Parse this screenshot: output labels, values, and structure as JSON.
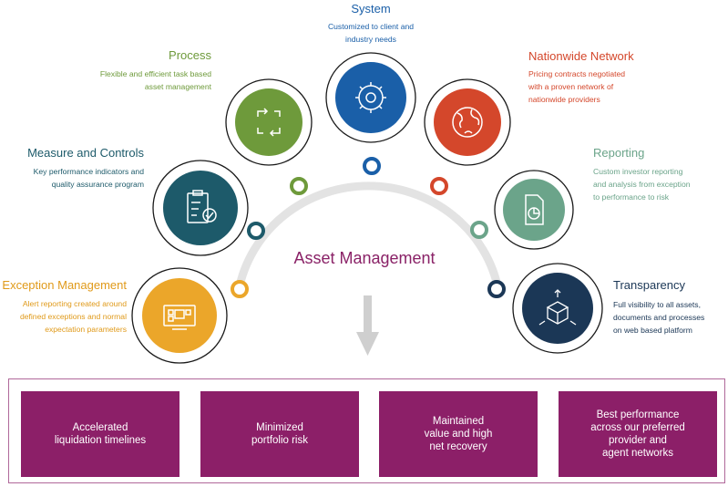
{
  "center_title": "Asset Management",
  "colors": {
    "system": "#1a5fa8",
    "network": "#d4472b",
    "process": "#6e9a3b",
    "reporting": "#6ba48a",
    "measure": "#1d5a6a",
    "transparency": "#1b3756",
    "exception": "#eba62a",
    "outcome": "#8c1f68",
    "arc": "#e3e3e3"
  },
  "nodes": {
    "system": {
      "title": "System",
      "desc": [
        "Customized to client and",
        "industry needs"
      ],
      "icon": "gear-icon"
    },
    "network": {
      "title": "Nationwide Network",
      "desc": [
        "Pricing contracts negotiated",
        "with a proven network of",
        "nationwide providers"
      ],
      "icon": "globe-icon"
    },
    "process": {
      "title": "Process",
      "desc": [
        "Flexible and efficient task based",
        "asset management"
      ],
      "icon": "cycle-arrows-icon"
    },
    "reporting": {
      "title": "Reporting",
      "desc": [
        "Custom investor reporting",
        "and analysis from exception",
        "to performance to risk"
      ],
      "icon": "report-chart-icon"
    },
    "measure": {
      "title": "Measure and Controls",
      "desc": [
        "Key performance indicators and",
        "quality assurance program"
      ],
      "icon": "checklist-icon"
    },
    "transparency": {
      "title": "Transparency",
      "desc": [
        "Full visibility to all assets,",
        "documents and processes",
        "on web based platform"
      ],
      "icon": "cube-icon"
    },
    "exception": {
      "title": "Exception Management",
      "desc": [
        "Alert reporting created around",
        "defined exceptions and normal",
        "expectation parameters"
      ],
      "icon": "monitor-icon"
    }
  },
  "outcomes": [
    "Accelerated\nliquidation timelines",
    "Minimized\nportfolio risk",
    "Maintained\nvalue and high\nnet recovery",
    "Best performance\nacross our preferred\nprovider and\nagent networks"
  ]
}
